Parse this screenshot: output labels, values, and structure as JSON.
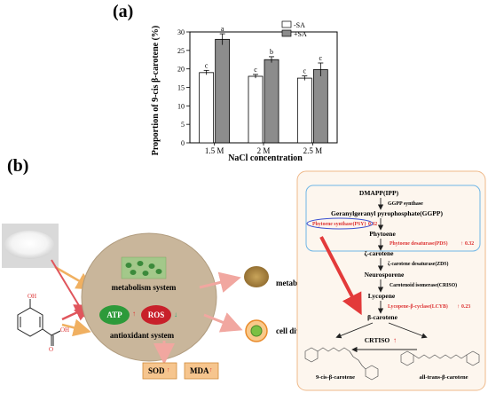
{
  "panel_a": {
    "label": "(a)",
    "chart_data": {
      "type": "bar",
      "categories": [
        "1.5 M",
        "2 M",
        "2.5 M"
      ],
      "series": [
        {
          "name": "-SA",
          "values": [
            19.0,
            18.0,
            17.5
          ],
          "errors": [
            0.6,
            0.5,
            0.6
          ],
          "letters": [
            "c",
            "c",
            "c"
          ],
          "color": "#ffffff"
        },
        {
          "name": "+SA",
          "values": [
            28.0,
            22.5,
            19.8
          ],
          "errors": [
            1.5,
            0.8,
            1.8
          ],
          "letters": [
            "a",
            "b",
            "c"
          ],
          "color": "#8c8c8c"
        }
      ],
      "xlabel": "NaCl concentration",
      "ylabel": "Proportion of 9-cis β-carotene (%)",
      "ylim": [
        0,
        30
      ],
      "yticks": [
        "0",
        "5",
        "10",
        "15",
        "20",
        "25",
        "30"
      ],
      "legend_position": "top-right"
    }
  },
  "panel_b": {
    "label": "(b)",
    "cell": {
      "metabolism": "metabolism system",
      "antioxidant": "antioxidant system",
      "atp": "ATP",
      "ros": "ROS"
    },
    "outputs": {
      "metabolite": "metabolite accumulation",
      "cell_division": "cell division and growth",
      "sod": "SOD",
      "mda": "MDA",
      "sod_arrow": "↑",
      "mda_arrow": "↑"
    },
    "pathway": {
      "dmapp": "DMAPP(IPP)",
      "ggpp_synthase": "GGPP synthase",
      "ggpp": "Geranylgeranyl pyrophosphate(GGPP)",
      "psy": "Phytoene synthase(PSY)",
      "psy_fold": "0.32",
      "phytoene": "Phytoene",
      "pds": "Phytoene desaturase(PDS)",
      "pds_fold": "0.32",
      "zeta_carotene": "ζ-carotene",
      "zds": "ζ-carotene desaturase(ZDS)",
      "neurosporene": "Neurosporene",
      "crtiso_enzyme": "Carotenoid isomerase(CRISO)",
      "lycopene": "Lycopene",
      "lcyb": "Lycopene-β-cyclase(LCYB)",
      "lcyb_fold": "0.23",
      "beta_carotene": "β-carotene",
      "crtiso": "CRTISO",
      "cis_product": "9-cis-β-carotene",
      "trans_product": "all-trans-β-carotene",
      "up_arrow": "↑"
    }
  }
}
